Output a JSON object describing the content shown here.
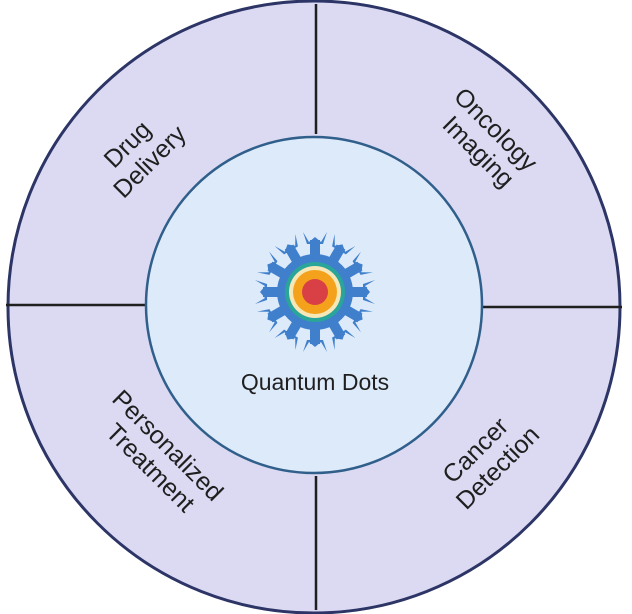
{
  "diagram": {
    "center": {
      "label": "Quantum Dots",
      "icon": "quantum-dot-icon"
    },
    "segments": [
      {
        "id": "drug-delivery",
        "lines": [
          "Drug",
          "Delivery"
        ]
      },
      {
        "id": "oncology-imaging",
        "lines": [
          "Oncology",
          "Imaging"
        ]
      },
      {
        "id": "personalized-treatment",
        "lines": [
          "Personalized",
          "Treatment"
        ]
      },
      {
        "id": "cancer-detection",
        "lines": [
          "Cancer",
          "Detection"
        ]
      }
    ],
    "colors": {
      "outer_ring_fill": "#dcdaf3",
      "outer_ring_stroke": "#2c3566",
      "inner_circle_fill": "#ddeafa",
      "inner_circle_stroke": "#2f5f8a",
      "divider": "#1f1f1f",
      "qd_shell_blue": "#3f7fcc",
      "qd_ring_teal": "#2aa59a",
      "qd_ring_cream": "#f5e7b7",
      "qd_ring_orange": "#f4a21b",
      "qd_core_red": "#d94045"
    }
  }
}
